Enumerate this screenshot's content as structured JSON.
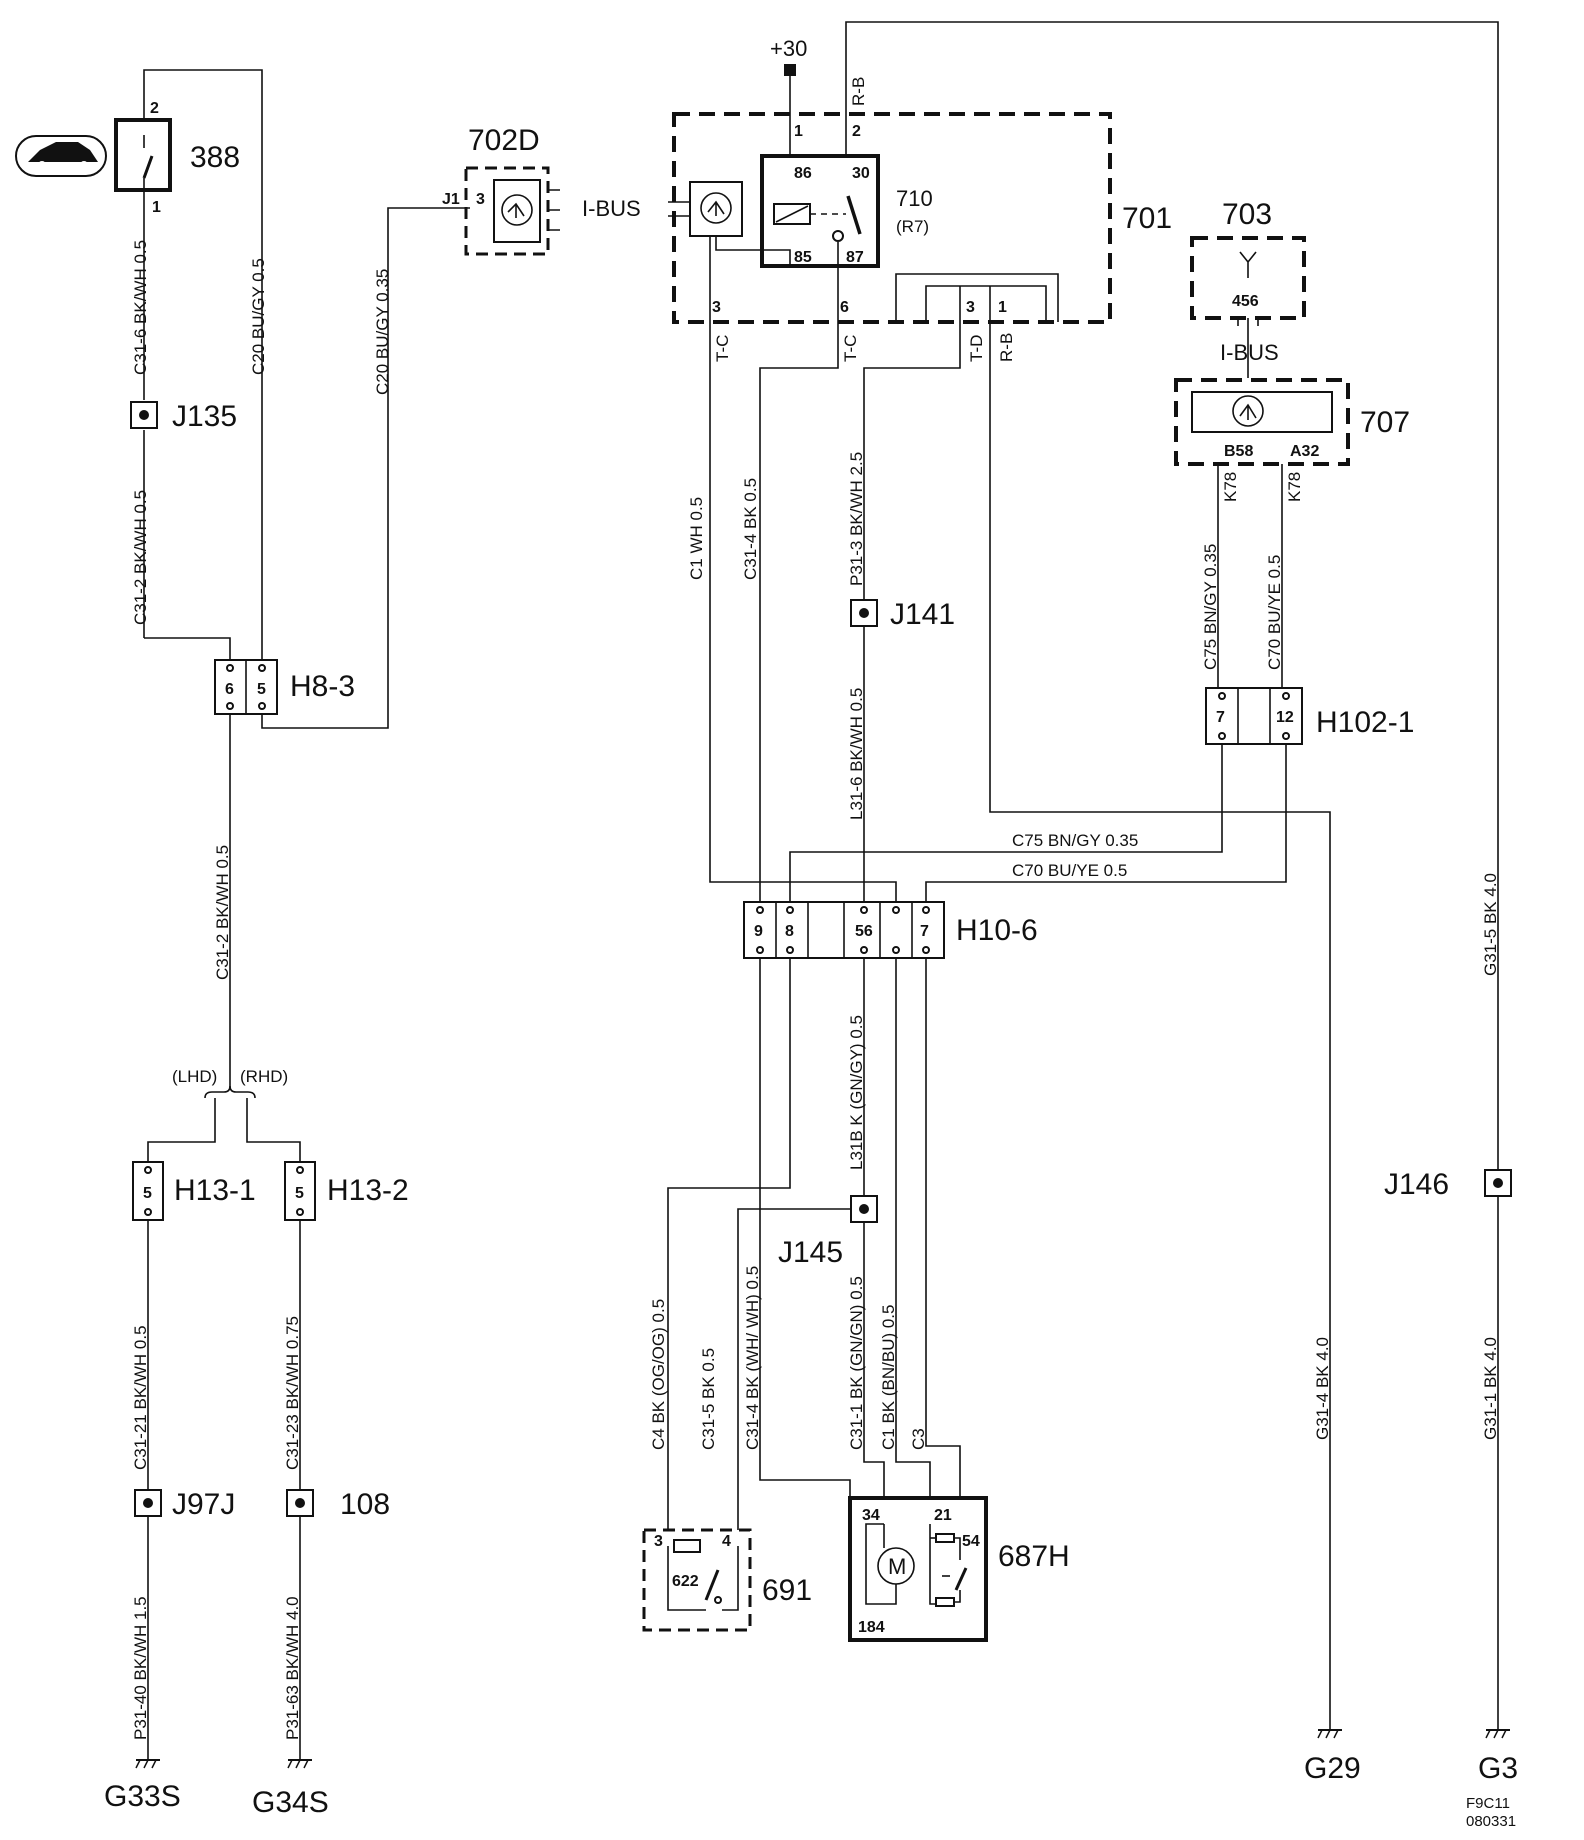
{
  "components": {
    "c388": "388",
    "c702d": "702D",
    "c701": "701",
    "c710": "710",
    "c710sub": "(R7)",
    "c703": "703",
    "c703pin": "456",
    "c707": "707",
    "c691": "691",
    "c691pin": "622",
    "c687h": "687H",
    "motor": "M"
  },
  "connectors": {
    "h8_3": "H8-3",
    "h10_6": "H10-6",
    "h102_1": "H102-1",
    "h13_1": "H13-1",
    "h13_2": "H13-2"
  },
  "junctions": {
    "j135": "J135",
    "j141": "J141",
    "j145": "J145",
    "j146": "J146",
    "j97j": "J97J",
    "p108": "108"
  },
  "grounds": {
    "g33s": "G33S",
    "g34s": "G34S",
    "g29": "G29",
    "g3": "G3"
  },
  "labels": {
    "plus30": "+30",
    "ibus": "I-BUS",
    "ibus2": "I-BUS",
    "lhd": "(LHD)",
    "rhd": "(RHD)",
    "j1": "J1",
    "rb_top": "R-B",
    "tc1": "T-C",
    "tc2": "T-C",
    "td": "T-D",
    "rb2": "R-B",
    "b58": "B58",
    "a32": "A32",
    "k78a": "K78",
    "k78b": "K78"
  },
  "pins": {
    "p388_2": "2",
    "p388_1": "1",
    "p702_3": "3",
    "p701_1": "1",
    "p701_2": "2",
    "p86": "86",
    "p30": "30",
    "p85": "85",
    "p87": "87",
    "p701_3": "3",
    "p701_6": "6",
    "p701_3b": "3",
    "p701_1b": "1",
    "h83_6": "6",
    "h83_5": "5",
    "h106_9": "9",
    "h106_8": "8",
    "h106_56": "56",
    "h106_7": "7",
    "h102_7": "7",
    "h102_12": "12",
    "h131_5": "5",
    "h132_5": "5",
    "p691_3": "3",
    "p691_4": "4",
    "p687_34": "34",
    "p687_21": "21",
    "p687_54": "54",
    "p687_184": "184"
  },
  "wires": {
    "w1": "C31-6 BK/WH   0.5",
    "w2": "C20 BU/GY   0.5",
    "w3": "C31-2  BK/WH   0.5",
    "w4": "C20  BU/GY 0.35",
    "w5": "C31-2 BK/WH 0.5",
    "w6": "C1   WH  0.5",
    "w7": "C31-4    BK  0.5",
    "w8": "P31-3    BK/WH    2.5",
    "w9": "L31-6   BK/WH   0.5",
    "w10": "C75  BN/GY  0.35",
    "w11": "C70   BU/YE  0.5",
    "w12": "C75     BN/GY  0.35",
    "w13": "C70     BU/YE     0.5",
    "w14": "L31B  K  (GN/GY)   0.5",
    "w15": "C4  BK  (OG/OG)  0.5",
    "w16": "C31-5   BK     0.5",
    "w17": "C31-4   BK  (WH/ WH)    0.5",
    "w18": "C31-1   BK  (GN/GN)  0.5",
    "w19": "C1   BK  (BN/BU)   0.5",
    "w20": "G31-4        BK       4.0",
    "w21": "G31-5        BK       4.0",
    "w22": "G31-1        BK       4.0",
    "w23": "C31-21         BK/WH      0.5",
    "w24": "C31-23         BK/WH      0.75",
    "w25": "P31-40  BK/WH  1.5",
    "w26": "P31-63  BK/WH  4.0",
    "w27": "C3"
  },
  "footer": {
    "code": "F9C11",
    "date": "080331"
  }
}
